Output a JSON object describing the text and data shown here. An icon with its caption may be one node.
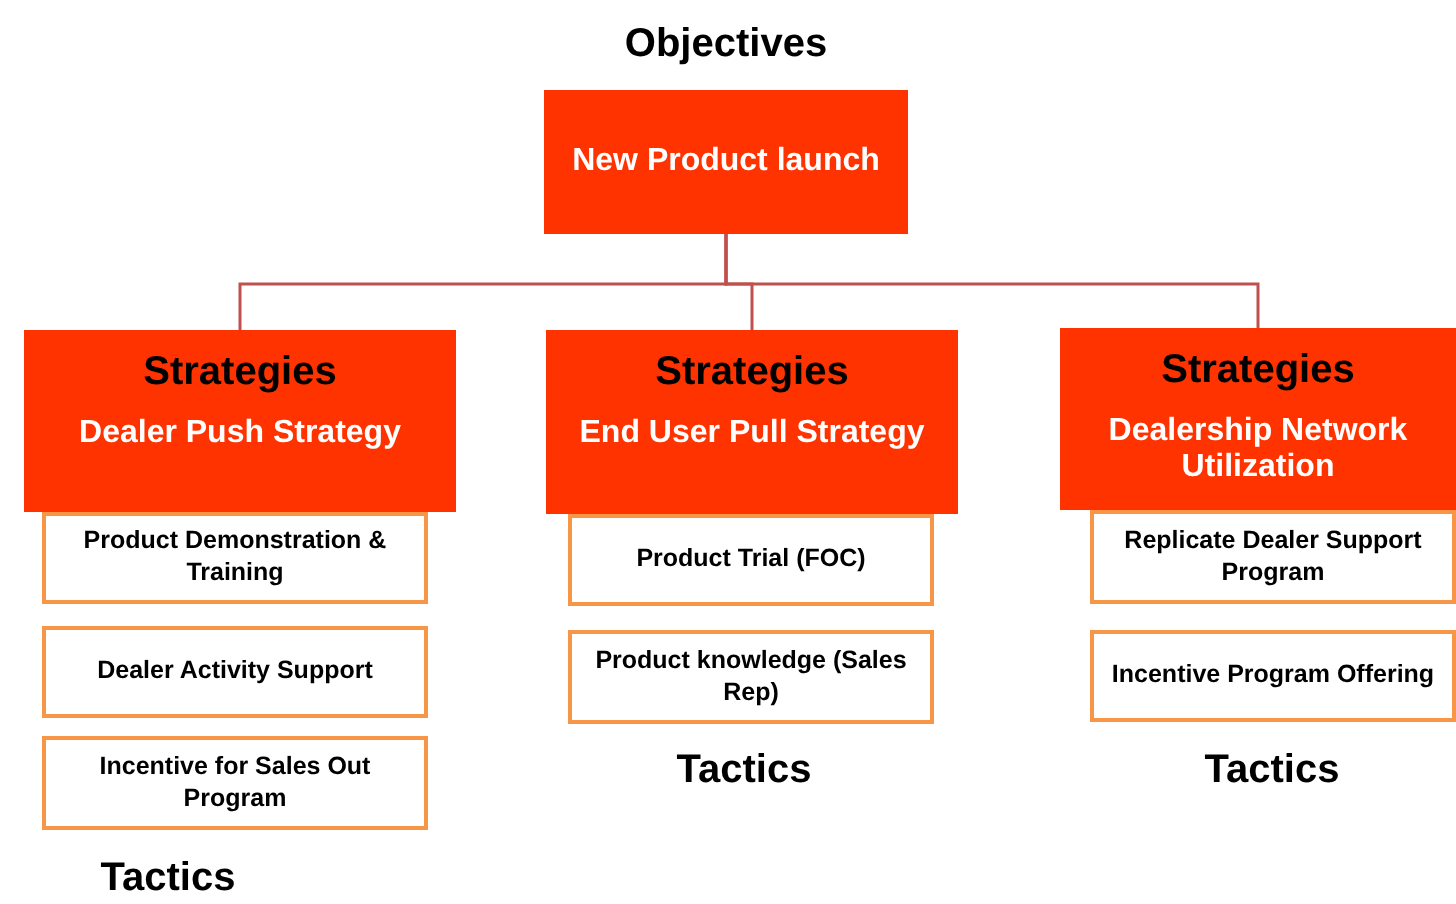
{
  "diagram": {
    "nodes": [
      {
        "text": [
          "Objectives",
          "New Product launch"
        ]
      },
      {
        "text": [
          "Strategies",
          "Dealer Push Strategy"
        ]
      },
      {
        "text": [
          "Strategies",
          "End User Pull Strategy"
        ]
      },
      {
        "text": [
          "Strategies",
          "Dealership Network Utilization"
        ]
      },
      {
        "text": [
          "Product Demonstration & Training"
        ]
      },
      {
        "text": [
          "Dealer Activity Support"
        ]
      },
      {
        "text": [
          "Incentive for Sales Out Program"
        ]
      },
      {
        "text": [
          "Product Trial (FOC)"
        ]
      },
      {
        "text": [
          "Product knowledge (Sales Rep)"
        ]
      },
      {
        "text": [
          "Replicate Dealer Support Program"
        ]
      },
      {
        "text": [
          "Incentive Program Offering"
        ]
      }
    ],
    "edges": [
      {
        "from": 0,
        "to": 1,
        "arrow": "none"
      },
      {
        "from": 0,
        "to": 2,
        "arrow": "none"
      },
      {
        "from": 0,
        "to": 3,
        "arrow": "none"
      }
    ],
    "labels": [
      "Tactics",
      "Tactics",
      "Tactics"
    ]
  }
}
